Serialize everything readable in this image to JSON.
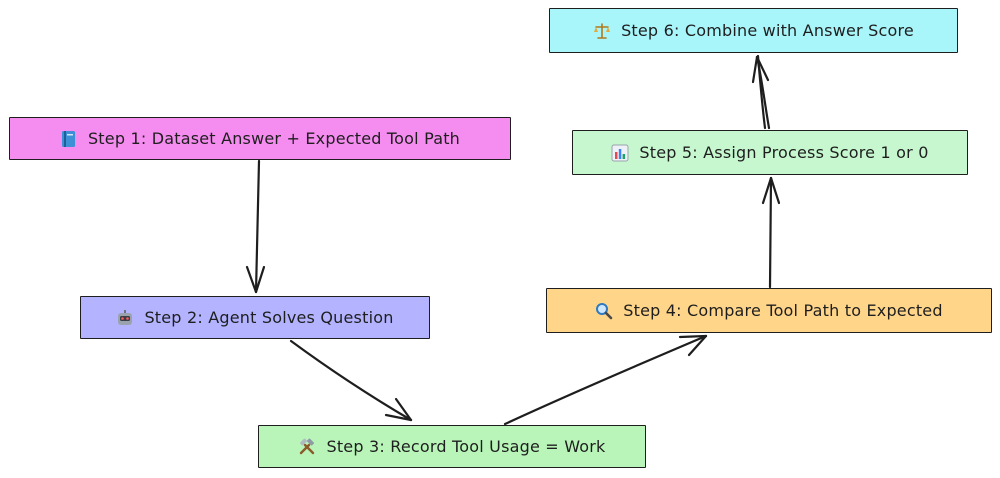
{
  "steps": {
    "step1": {
      "label": "Step 1: Dataset Answer + Expected Tool Path",
      "icon": "book-icon"
    },
    "step2": {
      "label": "Step 2: Agent Solves Question",
      "icon": "robot-icon"
    },
    "step3": {
      "label": "Step 3: Record Tool Usage  = Work",
      "icon": "tools-icon"
    },
    "step4": {
      "label": "Step 4: Compare Tool Path to Expected",
      "icon": "magnifier-icon"
    },
    "step5": {
      "label": "Step 5: Assign Process Score 1 or 0",
      "icon": "bar-chart-icon"
    },
    "step6": {
      "label": "Step 6: Combine with Answer Score",
      "icon": "scales-icon"
    }
  },
  "colors": {
    "step1": "#f58cf0",
    "step2": "#b3b3ff",
    "step3": "#b9f5b9",
    "step4": "#ffd58a",
    "step5": "#c6f7cf",
    "step6": "#a8f5fa",
    "stroke": "#1e1e1e"
  },
  "connections": [
    {
      "from": "step1",
      "to": "step2"
    },
    {
      "from": "step2",
      "to": "step3"
    },
    {
      "from": "step3",
      "to": "step4"
    },
    {
      "from": "step4",
      "to": "step5"
    },
    {
      "from": "step5",
      "to": "step6"
    }
  ]
}
